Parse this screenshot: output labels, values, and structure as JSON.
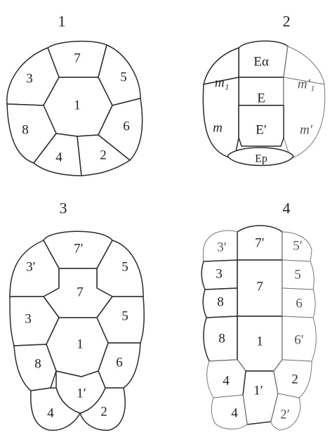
{
  "figures": [
    {
      "number": "1",
      "cells": [
        "7",
        "3",
        "5",
        "1",
        "8",
        "6",
        "4",
        "2"
      ]
    },
    {
      "number": "2",
      "cells": [
        "Eα",
        "m₁",
        "m′₁",
        "E",
        "m",
        "m′",
        "E′",
        "Ep"
      ]
    },
    {
      "number": "3",
      "cells": [
        "7′",
        "3′",
        "5",
        "7",
        "3",
        "5",
        "1",
        "8",
        "6",
        "1′",
        "4",
        "2"
      ]
    },
    {
      "number": "4",
      "cells": [
        "3′",
        "7′",
        "5′",
        "3",
        "7",
        "5",
        "8",
        "6",
        "8",
        "1",
        "6′",
        "4",
        "1′",
        "2",
        "4",
        "2′"
      ]
    }
  ]
}
